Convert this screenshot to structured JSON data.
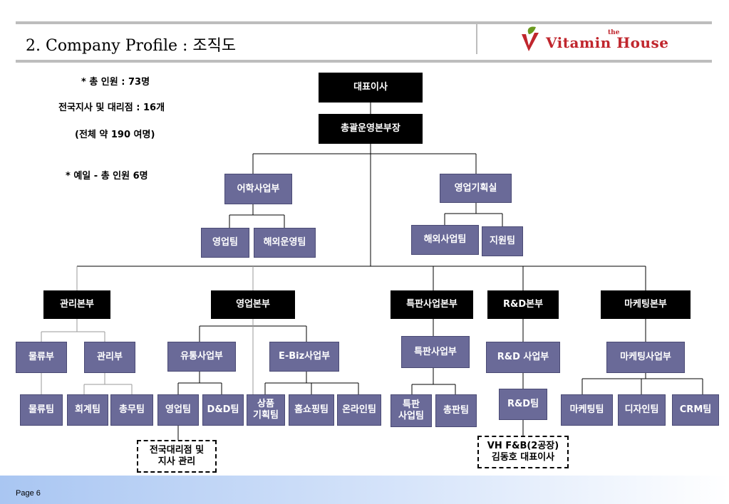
{
  "header": {
    "title": "2. Company Profile : 조직도"
  },
  "logo": {
    "word": "Vitamin House",
    "small": "the",
    "brand_color": "#c0262d",
    "leaf_color": "#6a9a1f"
  },
  "notes": {
    "total_staff": "* 총 인원 :  73명",
    "branches": "전국지사 및 대리점 : 16개",
    "branch_staff": "(전체 약 190 여명)",
    "yeil": "* 예일 -  총 인원 6명"
  },
  "org": {
    "ceo": "대표이사",
    "coo": "총괄운영본부장",
    "language_div": "어학사업부",
    "lang_sales_team": "영업팀",
    "overseas_ops_team": "해외운영팀",
    "sales_planning": "영업기획실",
    "overseas_biz_team": "해외사업팀",
    "support_team": "지원팀",
    "mgmt_hq": "관리본부",
    "logistics_div": "물류부",
    "admin_div": "관리부",
    "logistics_team": "물류팀",
    "accounting_team": "회계팀",
    "general_affairs_team": "총무팀",
    "sales_hq": "영업본부",
    "distribution_div": "유통사업부",
    "ebiz_div": "E-Biz사업부",
    "dist_sales_team": "영업팀",
    "dnd_team": "D&D팀",
    "product_planning_team": "상품\n기획팀",
    "home_shopping_team": "홈쇼핑팀",
    "online_team": "온라인팀",
    "nationwide_note": "전국대리점 및\n지사 관리",
    "special_hq": "특판사업본부",
    "special_div": "특판사업부",
    "special_team": "특판\n사업팀",
    "special_sales_team": "총판팀",
    "rnd_hq": "R&D본부",
    "rnd_div": "R&D 사업부",
    "rnd_team": "R&D팀",
    "vh_note": "VH F&B(2공장)\n김동호 대표이사",
    "marketing_hq": "마케팅본부",
    "marketing_div": "마케팅사업부",
    "marketing_team": "마케팅팀",
    "design_team": "디자인팀",
    "crm_team": "CRM팀"
  },
  "colors": {
    "dark_box": "#000000",
    "team_box": "#6a6a98",
    "connector": "#000000",
    "footer_start": "#a9c6f2"
  },
  "footer": {
    "page": "Page 6"
  }
}
